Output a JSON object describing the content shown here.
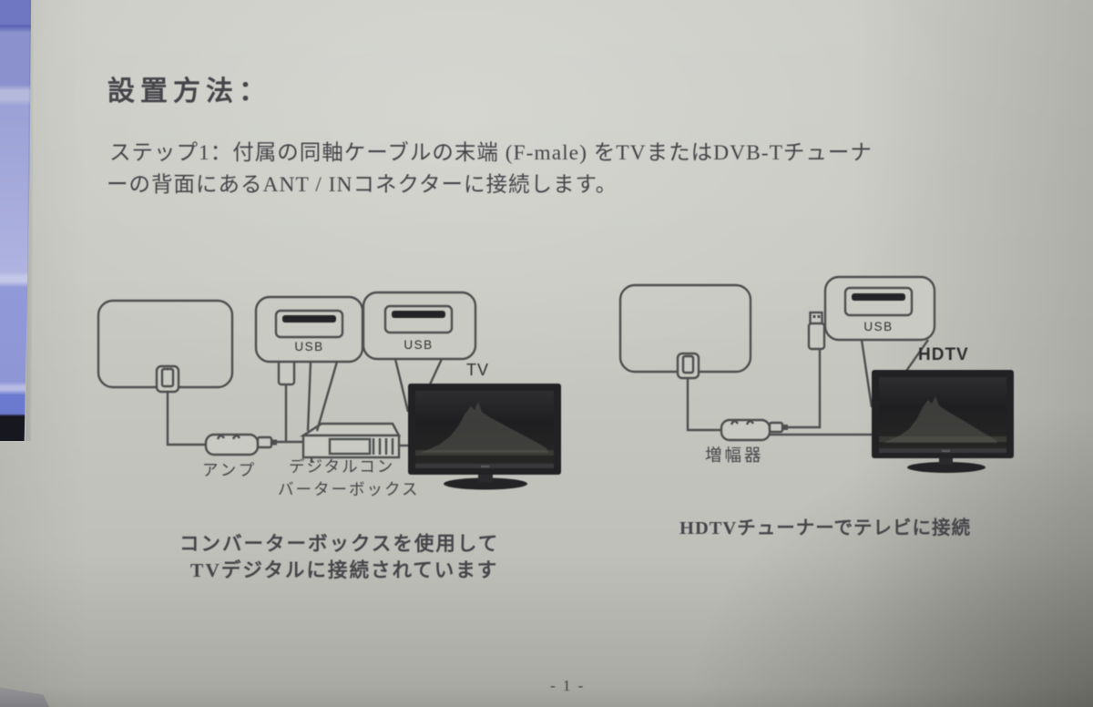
{
  "document": {
    "title": "設置方法：",
    "step1": {
      "line1": "ステップ1：付属の同軸ケーブルの末端 (F-male) をTVまたはDVB-Tチューナ",
      "line2": "ーの背面にあるANT / INコネクターに接続します。"
    },
    "page_number": "- 1 -"
  },
  "diagram_left": {
    "usb_callout_1_label": "USB",
    "usb_callout_2_label": "USB",
    "amplifier_label": "アンプ",
    "converter_label_line1": "デジタルコン",
    "converter_label_line2": "バーターボックス",
    "tv_label": "TV",
    "caption_line1": "コンバーターボックスを使用して",
    "caption_line2": "TVデジタルに接続されています"
  },
  "diagram_right": {
    "usb_callout_label": "USB",
    "amplifier_label": "増幅器",
    "tv_label": "HDTV",
    "caption": "HDTVチューナーでテレビに接続"
  },
  "colors": {
    "paper": "#c9cac3",
    "ink": "#45454a",
    "diagram_line": "#4e4e50",
    "monitor_blue": "#8a91cc",
    "monitor_bezel_black": "#16171f",
    "tv_screen_dark": "#202023"
  }
}
